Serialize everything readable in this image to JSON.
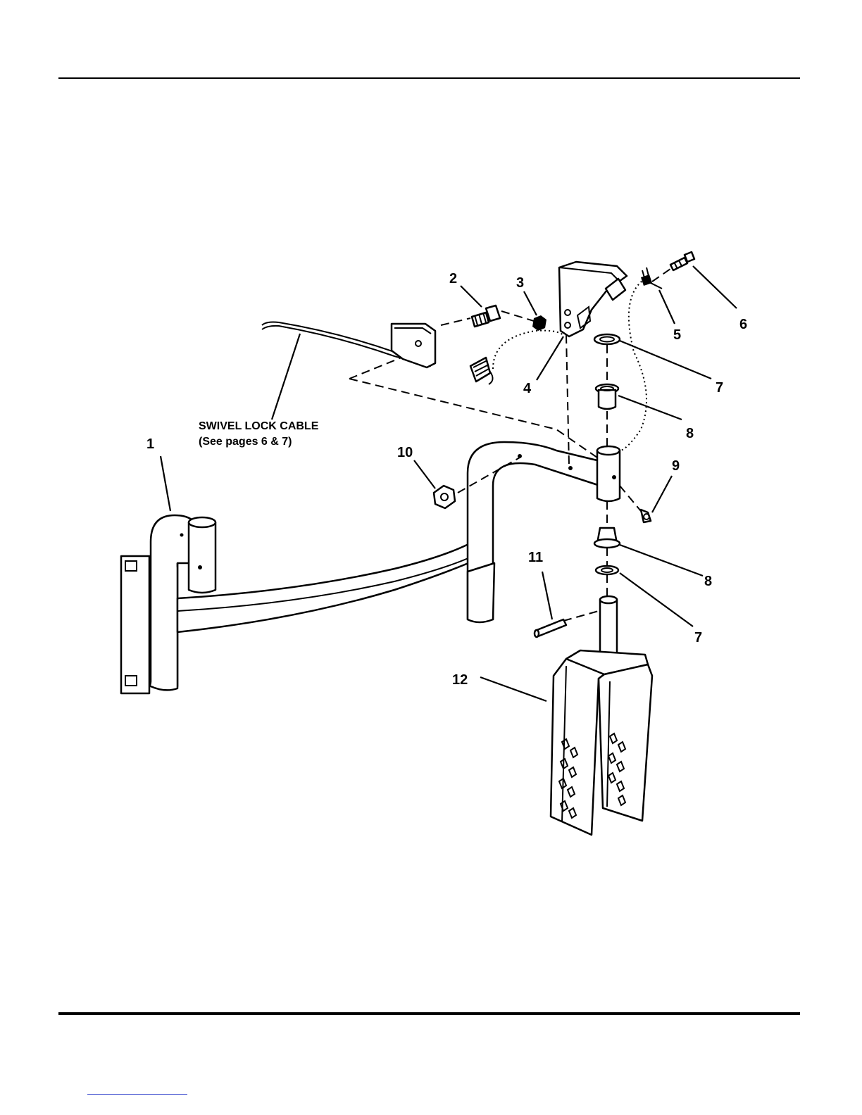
{
  "callouts": [
    {
      "id": "1",
      "label": "1"
    },
    {
      "id": "2",
      "label": "2"
    },
    {
      "id": "3",
      "label": "3"
    },
    {
      "id": "4",
      "label": "4"
    },
    {
      "id": "5",
      "label": "5"
    },
    {
      "id": "6",
      "label": "6"
    },
    {
      "id": "7a",
      "label": "7"
    },
    {
      "id": "8a",
      "label": "8"
    },
    {
      "id": "9",
      "label": "9"
    },
    {
      "id": "10",
      "label": "10"
    },
    {
      "id": "11",
      "label": "11"
    },
    {
      "id": "8b",
      "label": "8"
    },
    {
      "id": "7b",
      "label": "7"
    },
    {
      "id": "12",
      "label": "12"
    }
  ],
  "note": {
    "line1": "SWIVEL LOCK CABLE",
    "line2": "(See pages 6 & 7)"
  }
}
